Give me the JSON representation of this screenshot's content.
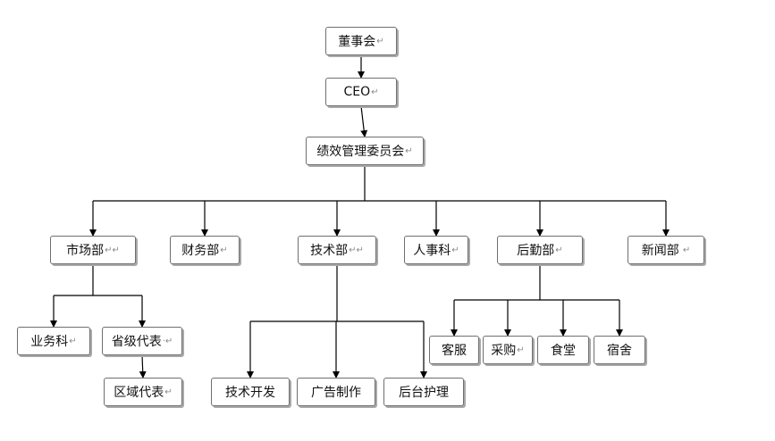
{
  "nodes": {
    "board": "董事会",
    "ceo": "CEO",
    "committee": "绩效管理委员会",
    "market": "市场部",
    "finance": "财务部",
    "tech": "技术部",
    "hr": "人事科",
    "logistics": "后勤部",
    "news": "新闻部",
    "business": "业务科",
    "province_rep": "省级代表",
    "region_rep": "区域代表",
    "tech_dev": "技术开发",
    "ad_prod": "广告制作",
    "backend_care": "后台护理",
    "customer_service": "客服",
    "purchasing": "采购",
    "canteen": "食堂",
    "dormitory": "宿舍"
  },
  "edges": [
    [
      "board",
      "ceo"
    ],
    [
      "ceo",
      "committee"
    ],
    [
      "committee",
      "market"
    ],
    [
      "committee",
      "finance"
    ],
    [
      "committee",
      "tech"
    ],
    [
      "committee",
      "hr"
    ],
    [
      "committee",
      "logistics"
    ],
    [
      "committee",
      "news"
    ],
    [
      "market",
      "business"
    ],
    [
      "market",
      "province_rep"
    ],
    [
      "province_rep",
      "region_rep"
    ],
    [
      "tech",
      "tech_dev"
    ],
    [
      "tech",
      "ad_prod"
    ],
    [
      "tech",
      "backend_care"
    ],
    [
      "logistics",
      "customer_service"
    ],
    [
      "logistics",
      "purchasing"
    ],
    [
      "logistics",
      "canteen"
    ],
    [
      "logistics",
      "dormitory"
    ]
  ]
}
